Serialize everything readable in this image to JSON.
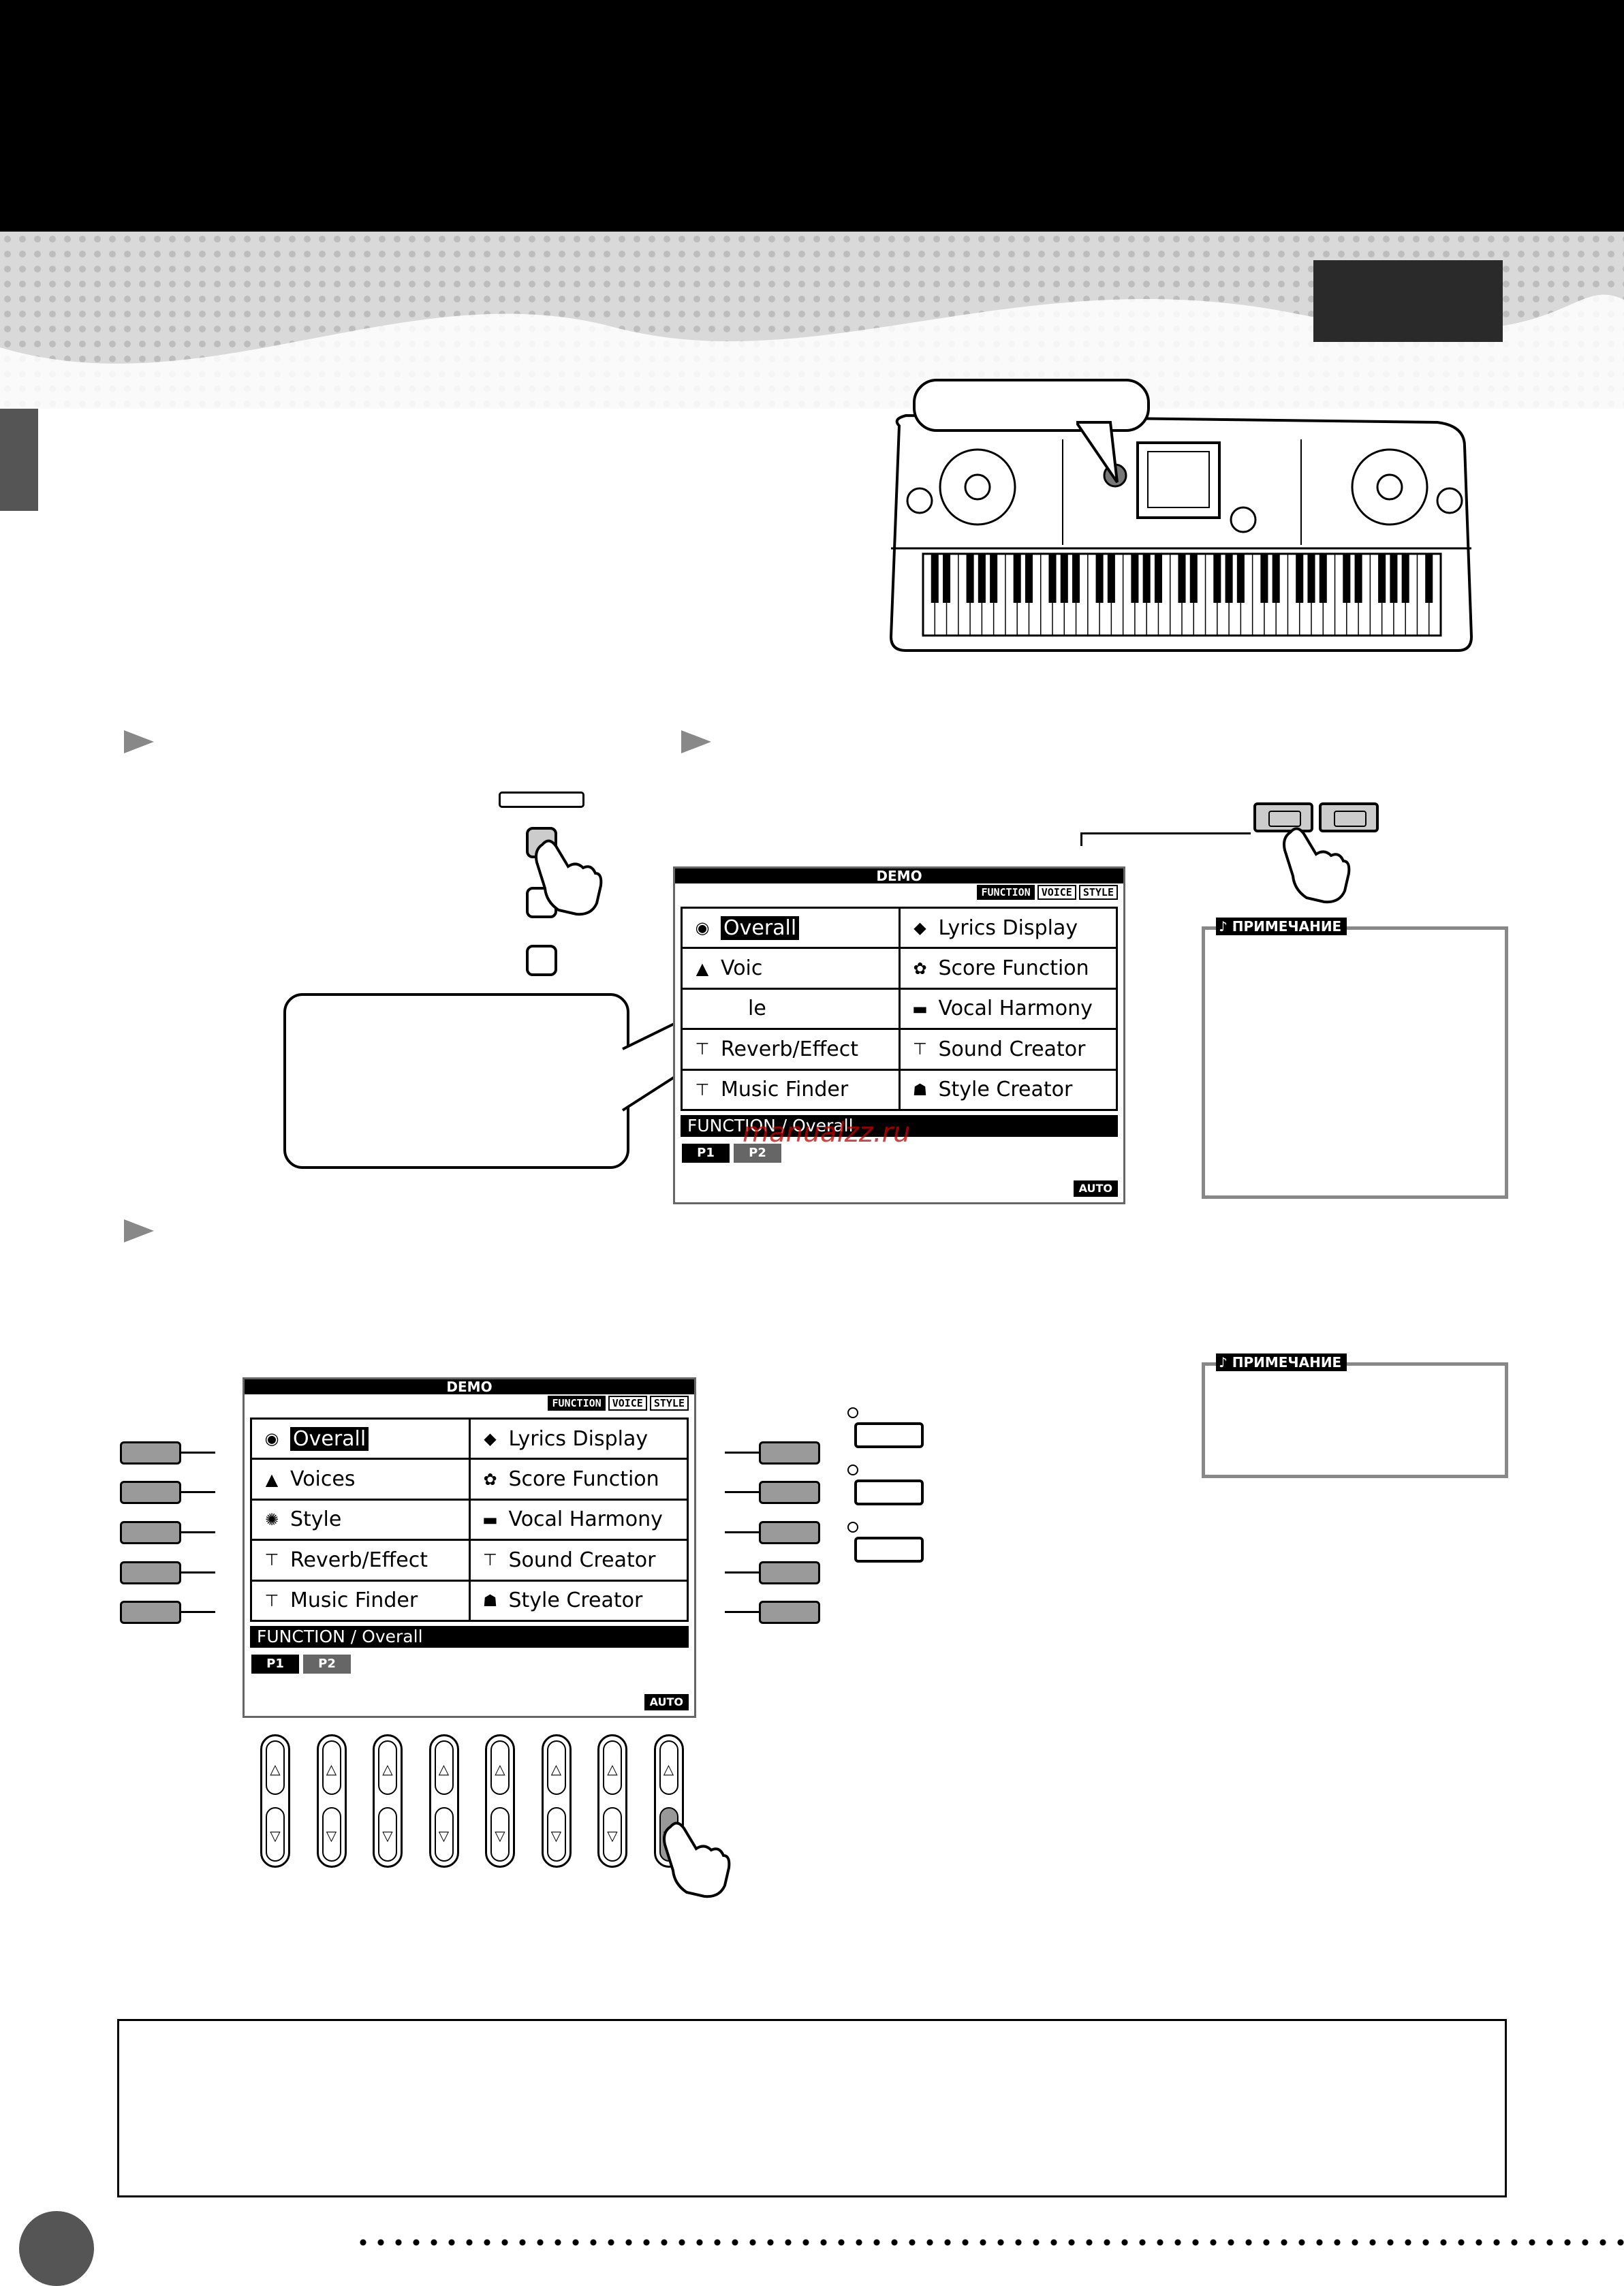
{
  "lcd_top": {
    "header": "DEMO",
    "tabs": [
      "FUNCTION",
      "VOICE",
      "STYLE"
    ],
    "items": [
      {
        "label": "Overall",
        "icon": "eye-icon"
      },
      {
        "label": "Lyrics Display",
        "icon": "lips-icon"
      },
      {
        "label": "Voice",
        "icon": "mountain-icon"
      },
      {
        "label": "Score Function",
        "icon": "notation-icon"
      },
      {
        "label": "Style",
        "icon": "drums-icon"
      },
      {
        "label": "Vocal Harmony",
        "icon": "harmony-icon"
      },
      {
        "label": "Reverb/Effect",
        "icon": "reverb-icon"
      },
      {
        "label": "Sound Creator",
        "icon": "creator-icon"
      },
      {
        "label": "Music Finder",
        "icon": "finder-icon"
      },
      {
        "label": "Style Creator",
        "icon": "style-creator-icon"
      }
    ],
    "visible_partial": [
      "Voic",
      "le"
    ],
    "path": "FUNCTION / Overall",
    "pages": [
      "P1",
      "P2"
    ],
    "auto": "AUTO"
  },
  "lcd_bottom": {
    "header": "DEMO",
    "tabs": [
      "FUNCTION",
      "VOICE",
      "STYLE"
    ],
    "items": [
      {
        "label": "Overall",
        "icon": "eye-icon"
      },
      {
        "label": "Lyrics Display",
        "icon": "lips-icon"
      },
      {
        "label": "Voices",
        "icon": "mountain-icon"
      },
      {
        "label": "Score Function",
        "icon": "notation-icon"
      },
      {
        "label": "Style",
        "icon": "drums-icon"
      },
      {
        "label": "Vocal Harmony",
        "icon": "harmony-icon"
      },
      {
        "label": "Reverb/Effect",
        "icon": "reverb-icon"
      },
      {
        "label": "Sound Creator",
        "icon": "creator-icon"
      },
      {
        "label": "Music Finder",
        "icon": "finder-icon"
      },
      {
        "label": "Style Creator",
        "icon": "style-creator-icon"
      }
    ],
    "path": "FUNCTION / Overall",
    "pages": [
      "P1",
      "P2"
    ],
    "auto": "AUTO"
  },
  "notes": {
    "label1": "ПРИМЕЧАНИЕ",
    "label2": "ПРИМЕЧАНИЕ"
  },
  "watermark": "manualzz.ru",
  "icons": {
    "note": "note-icon",
    "hand": "pointing-hand-icon",
    "step": "step-arrow-icon"
  }
}
